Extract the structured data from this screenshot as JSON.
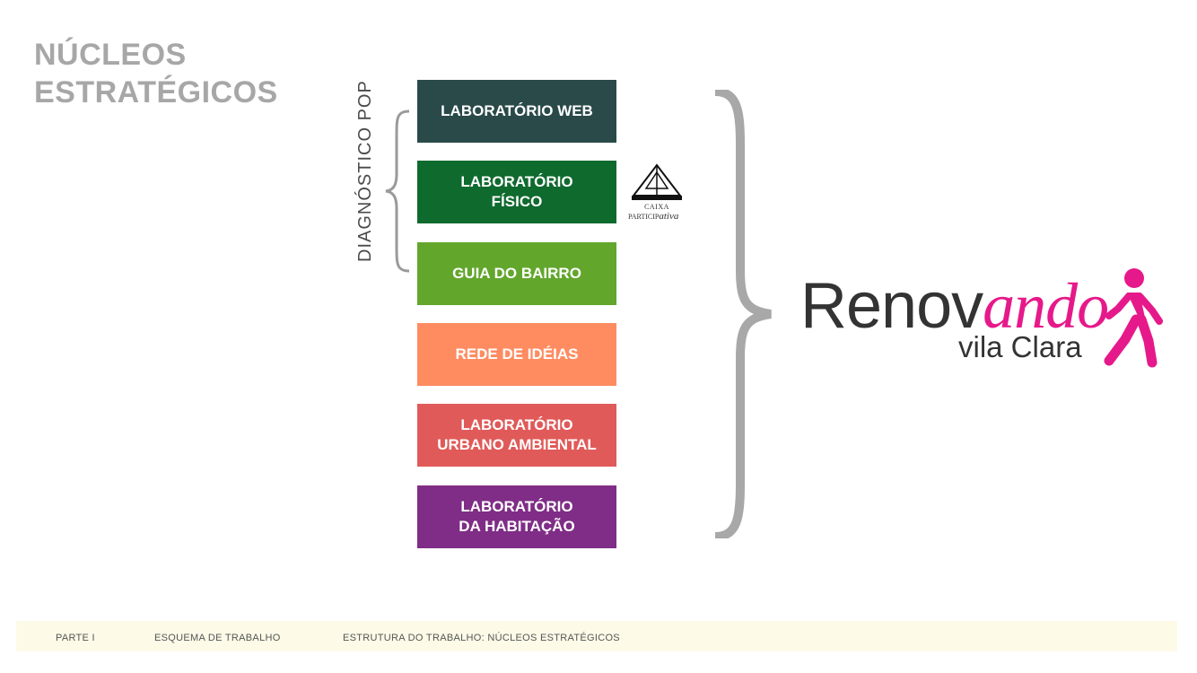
{
  "title": {
    "line1": "NÚCLEOS",
    "line2": "ESTRATÉGICOS"
  },
  "side_label": "DIAGNÓSTICO POP",
  "boxes": [
    {
      "label": "LABORATÓRIO WEB",
      "color": "#2a4a4a"
    },
    {
      "label": "LABORATÓRIO\nFÍSICO",
      "color": "#0f6a2e"
    },
    {
      "label": "GUIA DO BAIRRO",
      "color": "#62a62c"
    },
    {
      "label": "REDE DE IDÉIAS",
      "color": "#ff8c61"
    },
    {
      "label": "LABORATÓRIO\nURBANO AMBIENTAL",
      "color": "#e05a59"
    },
    {
      "label": "LABORATÓRIO\nDA HABITAÇÃO",
      "color": "#7f2d86"
    }
  ],
  "caixa": {
    "line1": "CAIXA",
    "line2_plain": "PARTICIP",
    "line2_italic": "ativa"
  },
  "logo": {
    "word_plain": "Renov",
    "word_italic": "ando",
    "subtitle": "vila Clara",
    "accent": "#e6198b"
  },
  "footer": {
    "part": "PARTE I",
    "schema": "ESQUEMA DE TRABALHO",
    "structure": "ESTRUTURA DO TRABALHO:  NÚCLEOS ESTRATÉGICOS"
  }
}
